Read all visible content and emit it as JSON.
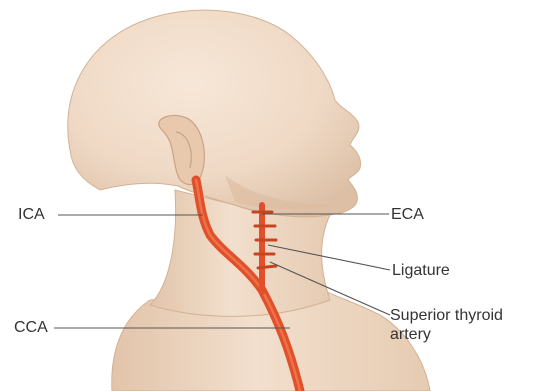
{
  "labels": {
    "ica": "ICA",
    "cca": "CCA",
    "eca": "ECA",
    "ligature": "Ligature",
    "superior_thyroid_artery": "Superior thyroid artery"
  },
  "colors": {
    "skin": "#efd9c5",
    "skin_shadow": "#d9b89d",
    "artery": "#e0502a",
    "artery_dark": "#b83a1c",
    "leader_line": "#555555",
    "text": "#333333"
  }
}
